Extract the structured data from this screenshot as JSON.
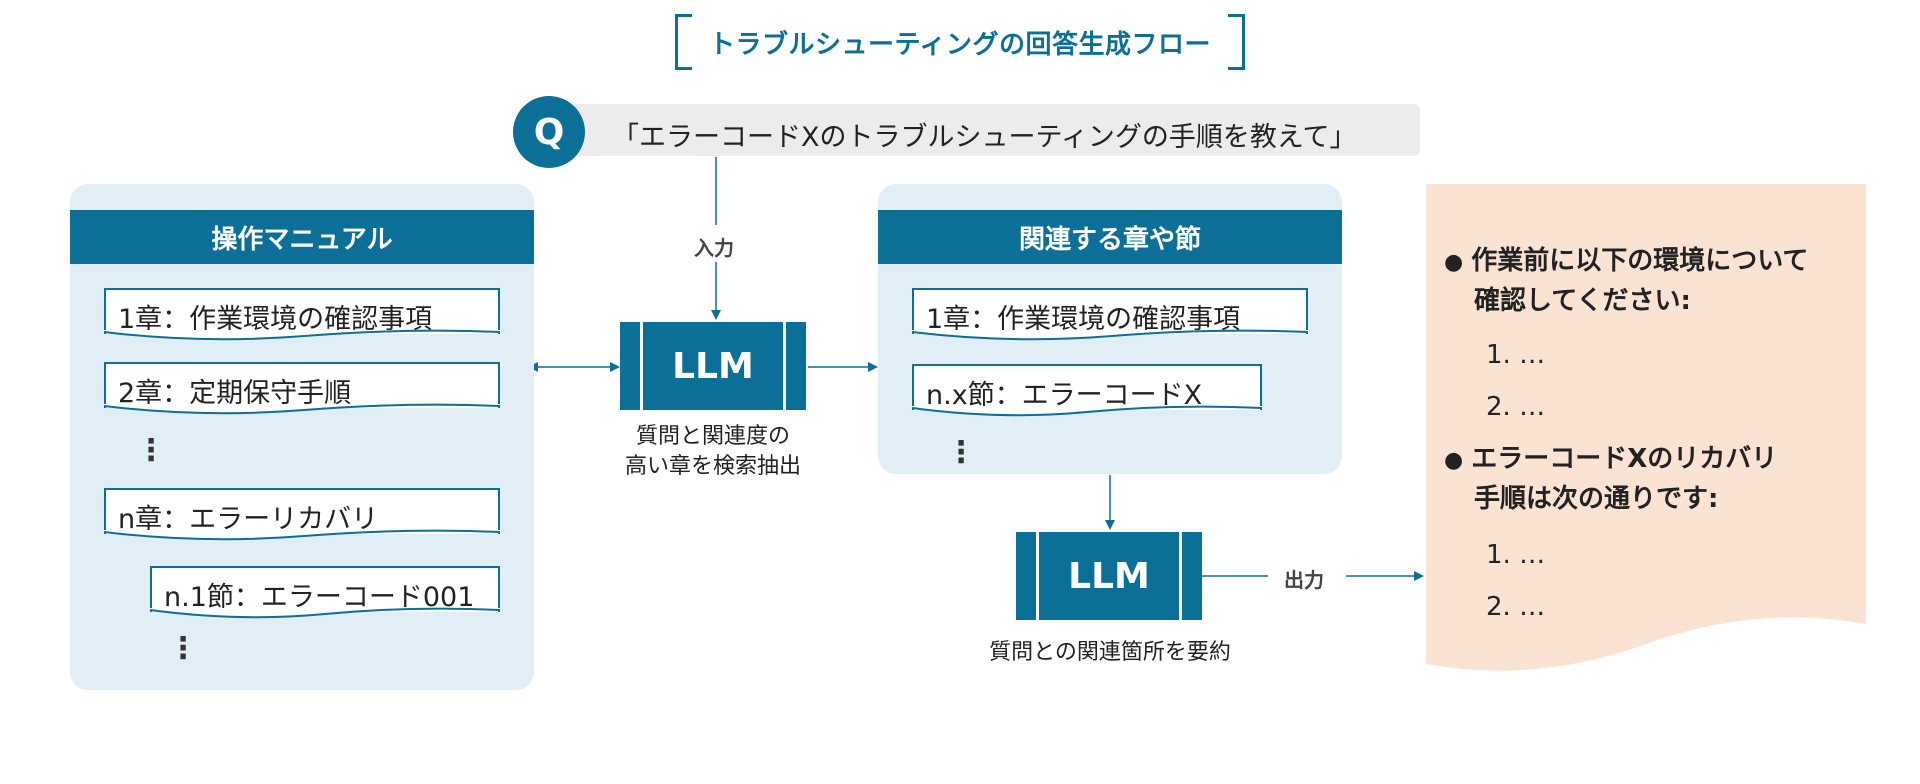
{
  "title": "トラブルシューティングの回答生成フロー",
  "question": {
    "badge": "Q",
    "text": "「エラーコードXのトラブルシューティングの手順を教えて」"
  },
  "manual_panel": {
    "header": "操作マニュアル",
    "docs": [
      {
        "label": "1章：作業環境の確認事項"
      },
      {
        "label": "2章：定期保守手順"
      },
      {
        "label": "n章：エラーリカバリ"
      },
      {
        "label": "n.1節：エラーコード001"
      }
    ],
    "ellipsis": "⋮"
  },
  "related_panel": {
    "header": "関連する章や節",
    "docs": [
      {
        "label": "1章：作業環境の確認事項"
      },
      {
        "label": "n.x節：エラーコードX"
      }
    ],
    "ellipsis": "⋮"
  },
  "llm1": {
    "label": "LLM",
    "input_label": "入力",
    "caption_line1": "質問と関連度の",
    "caption_line2": "高い章を検索抽出"
  },
  "llm2": {
    "label": "LLM",
    "output_label": "出力",
    "caption": "質問との関連箇所を要約"
  },
  "answer": {
    "bullet1_line1": "作業前に以下の環境について",
    "bullet1_line2": "確認してください:",
    "bullet1_items": [
      "1. …",
      "2. …"
    ],
    "bullet2_line1": "エラーコードXのリカバリ",
    "bullet2_line2": "手順は次の通りです:",
    "bullet2_items": [
      "1. …",
      "2. …"
    ],
    "bullet_glyph": "●"
  },
  "colors": {
    "primary": "#0b6f97",
    "panel_bg": "#e2eef5",
    "answer_bg": "#fbe3d3",
    "question_bg": "#ececec"
  }
}
